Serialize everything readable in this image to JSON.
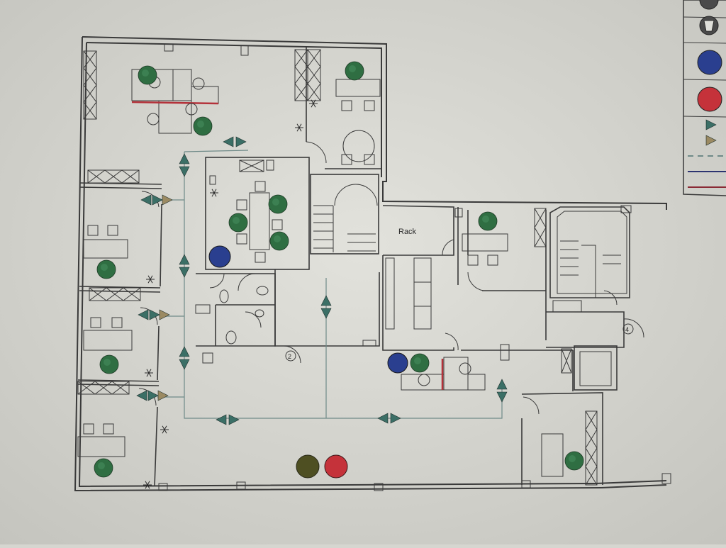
{
  "labels": {
    "rack": "Rack",
    "stair_2": "2",
    "stair_4": "4"
  },
  "colors": {
    "paper": "#dcdcd6",
    "wall": "#3a3a3a",
    "plant": "#2f6e42",
    "blue_marker": "#2a3f8f",
    "red_marker": "#c5323a",
    "olive_marker": "#4e4f22",
    "route_arrow": "#3b6f66",
    "route_line": "#6f8a88",
    "tan_arrow": "#9b8a62",
    "partition_red": "#b4323a"
  },
  "legend": {
    "items": [
      {
        "kind": "icon",
        "icon": "fire-extinguisher-icon"
      },
      {
        "kind": "icon",
        "icon": "bin-icon"
      },
      {
        "kind": "marker",
        "color": "#2a3f8f"
      },
      {
        "kind": "marker",
        "color": "#c5323a"
      },
      {
        "kind": "arrow",
        "color": "#3b6f66"
      },
      {
        "kind": "arrow",
        "color": "#9b8a62"
      },
      {
        "kind": "line",
        "style": "dashed",
        "color": "#6f8a88"
      },
      {
        "kind": "line",
        "style": "solid",
        "color": "#2c3470"
      },
      {
        "kind": "line",
        "style": "solid",
        "color": "#8a2a35"
      }
    ]
  }
}
